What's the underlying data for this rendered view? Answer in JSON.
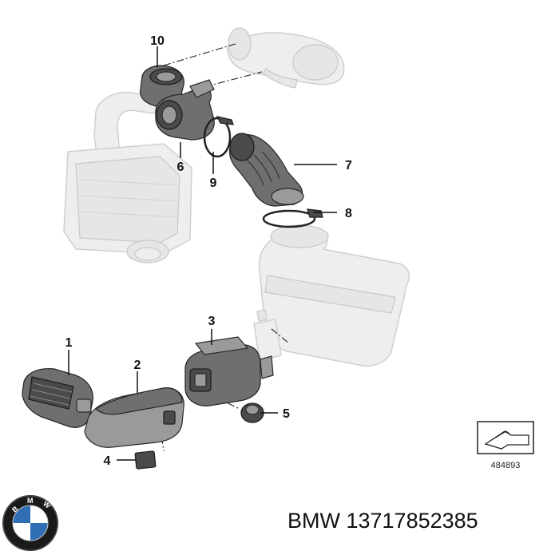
{
  "diagram": {
    "callouts": [
      {
        "id": "c10",
        "label": "10"
      },
      {
        "id": "c6",
        "label": "6"
      },
      {
        "id": "c9",
        "label": "9"
      },
      {
        "id": "c7",
        "label": "7"
      },
      {
        "id": "c8",
        "label": "8"
      },
      {
        "id": "c3",
        "label": "3"
      },
      {
        "id": "c1",
        "label": "1"
      },
      {
        "id": "c2",
        "label": "2"
      },
      {
        "id": "c5",
        "label": "5"
      },
      {
        "id": "c4",
        "label": "4"
      }
    ],
    "reference_number": "484893"
  },
  "caption": {
    "text": "BMW 13717852385"
  },
  "logo": {
    "lettering": "BMW",
    "colors": {
      "ring": "#1a1a1a",
      "blue": "#2f6db5",
      "white": "#ffffff"
    }
  }
}
